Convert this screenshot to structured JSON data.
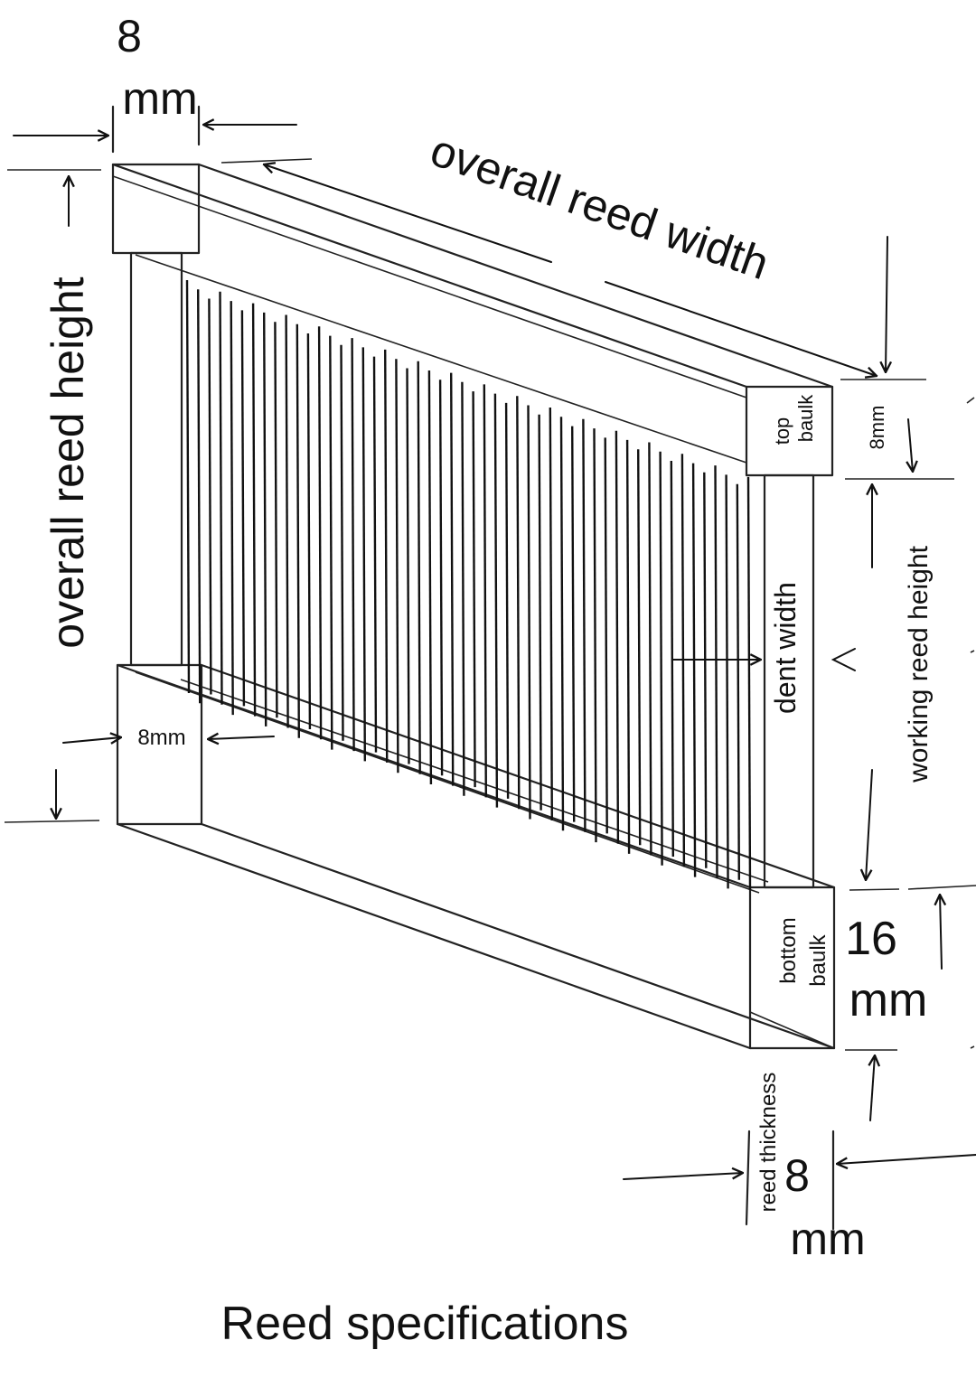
{
  "labels": {
    "top_width_value": "8",
    "top_width_unit": "mm",
    "overall_width": "overall reed width",
    "overall_height": "overall reed height",
    "top_baulk_line1": "top",
    "top_baulk_line2": "baulk",
    "top_baulk_height": "8mm",
    "working_height": "working reed height",
    "dent_width": "dent width",
    "bottom_left_width": "8mm",
    "bottom_baulk_line1": "bottom",
    "bottom_baulk_line2": "baulk",
    "bottom_height_value": "16",
    "bottom_height_unit": "mm",
    "thickness_label": "reed thickness",
    "thickness_value": "8",
    "thickness_unit": "mm",
    "caption": "Reed specifications"
  },
  "specs": {
    "top_baulk_thickness_mm": 8,
    "top_baulk_height_mm": 8,
    "bottom_baulk_thickness_mm": 8,
    "bottom_baulk_height_mm": 16,
    "reed_thickness_mm": 8
  }
}
